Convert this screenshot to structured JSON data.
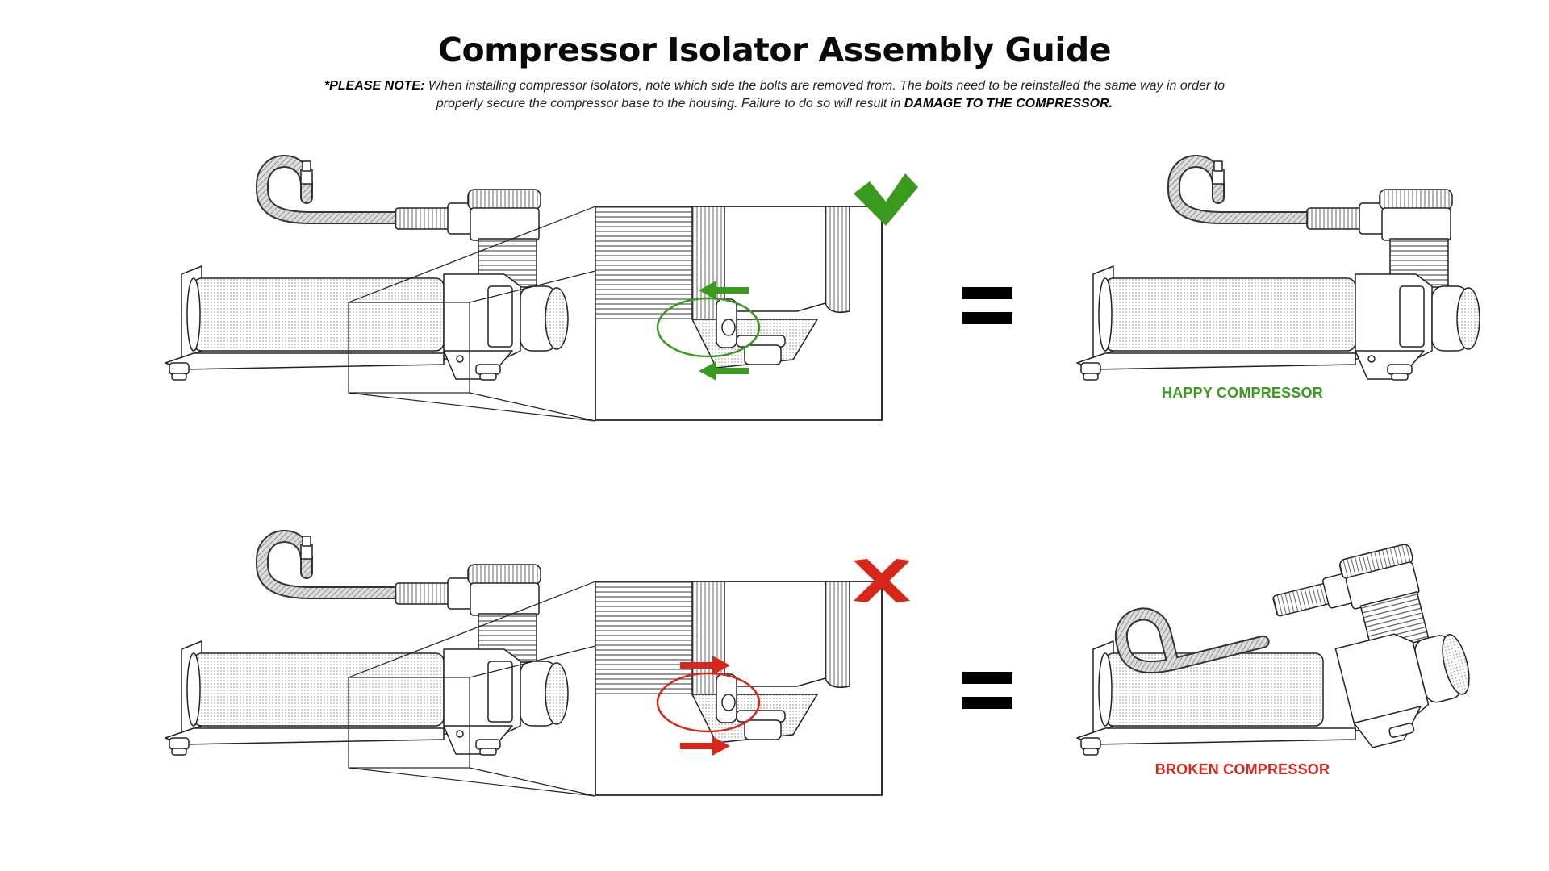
{
  "title": "Compressor Isolator Assembly Guide",
  "note": {
    "label": "*PLEASE NOTE:",
    "line1": "When installing compressor isolators, note which side the bolts are removed from.  The bolts need to be reinstalled the same way in order to",
    "line2": "properly secure the compressor base to the housing. Failure to do so will result in",
    "emphasis": "DAMAGE TO THE COMPRESSOR."
  },
  "rows": [
    {
      "id": "correct",
      "marker": "check-icon",
      "accent": "#3a9a1e",
      "arrow_direction": "left",
      "equals": "=",
      "result_label": "HAPPY COMPRESSOR"
    },
    {
      "id": "incorrect",
      "marker": "x-icon",
      "accent": "#d8261a",
      "arrow_direction": "right",
      "equals": "=",
      "result_label": "BROKEN COMPRESSOR"
    }
  ]
}
